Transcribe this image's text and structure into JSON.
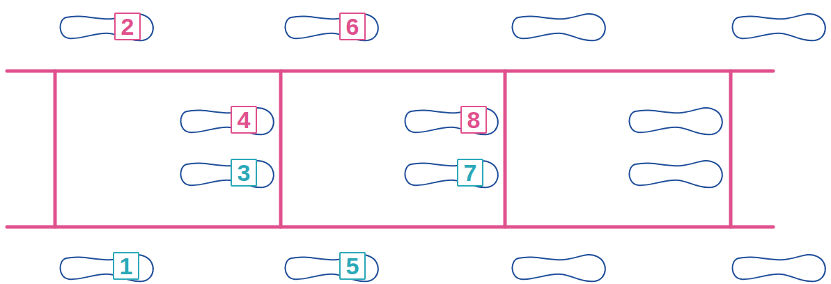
{
  "diagram": {
    "labels": [
      "2",
      "6",
      "4",
      "8",
      "3",
      "7",
      "1",
      "5"
    ]
  }
}
